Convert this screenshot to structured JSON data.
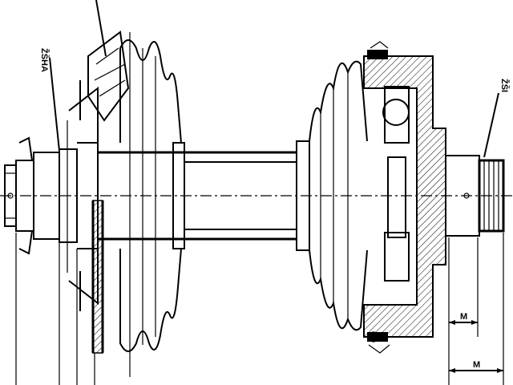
{
  "drawing": {
    "labels": {
      "left_dim": "ŽŠHA",
      "right_dim": "ŽŠI",
      "dim_inner": "М",
      "dim_outer": "М"
    }
  }
}
